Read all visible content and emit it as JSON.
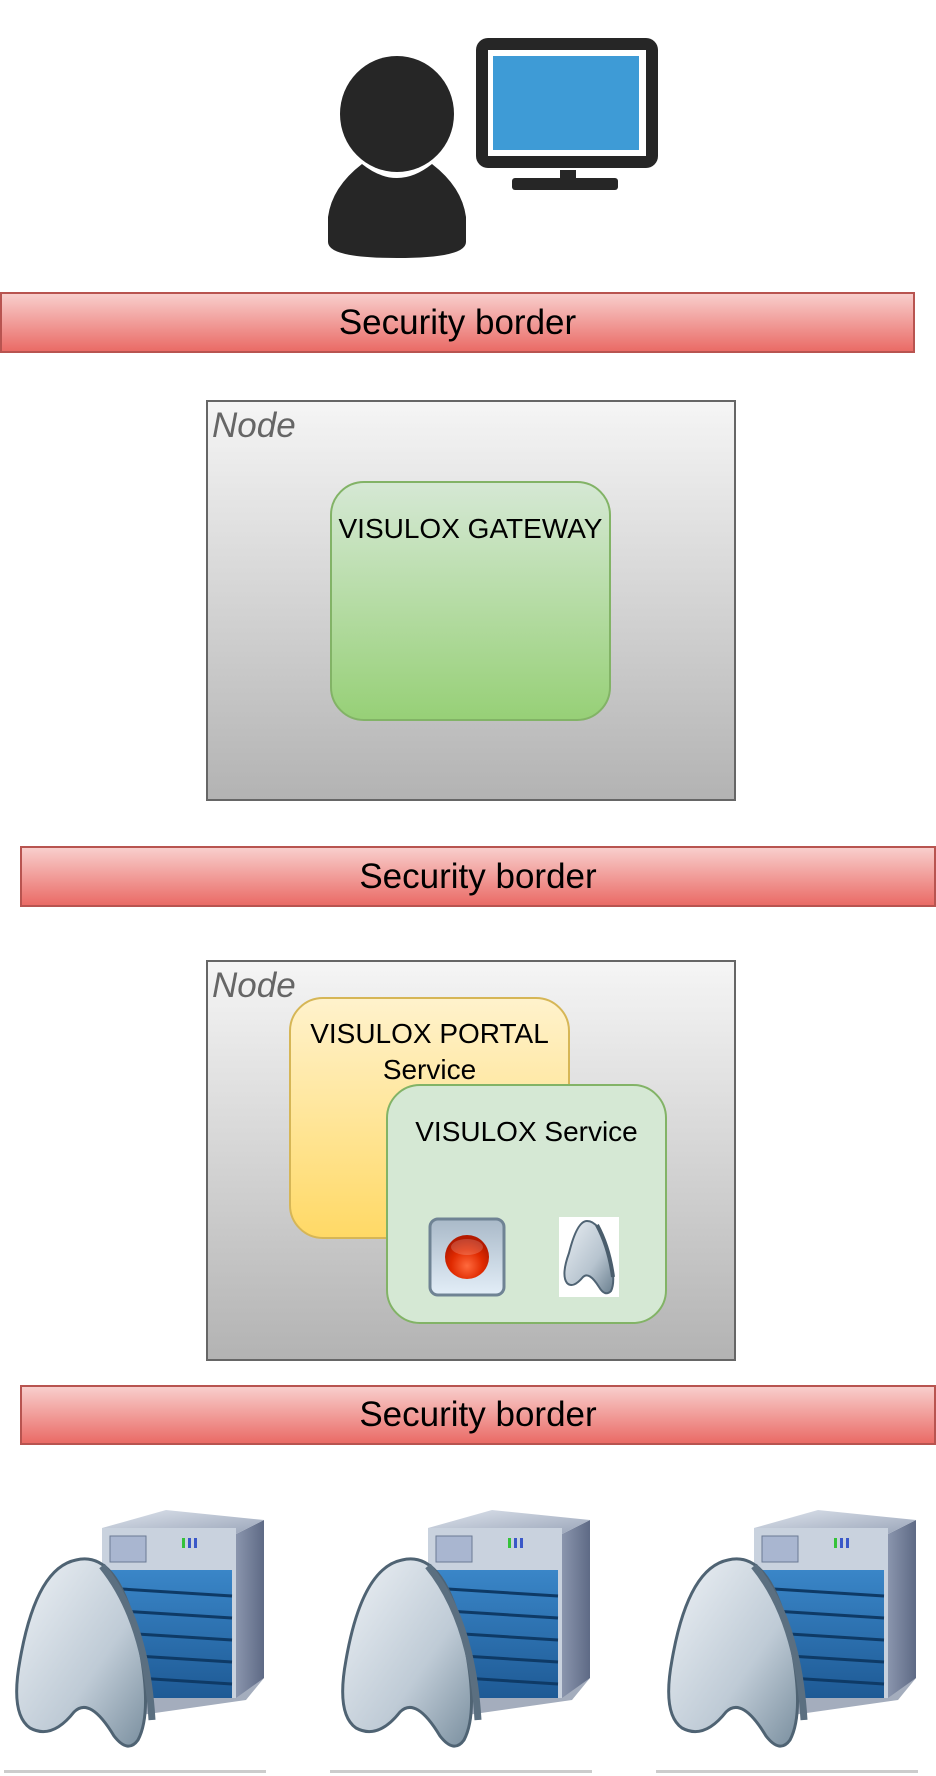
{
  "diagram": {
    "actor": {
      "icon": "user-icon",
      "device_icon": "monitor-icon"
    },
    "security_borders": [
      {
        "label": "Security border"
      },
      {
        "label": "Security border"
      },
      {
        "label": "Security border"
      }
    ],
    "nodes": [
      {
        "label": "Node",
        "components": [
          {
            "label": "VISULOX GATEWAY"
          }
        ]
      },
      {
        "label": "Node",
        "components": [
          {
            "label_line1": "VISULOX PORTAL",
            "label_line2": "Service"
          },
          {
            "label": "VISULOX Service",
            "icons": [
              "record-button-icon",
              "application-icon"
            ]
          }
        ]
      }
    ],
    "servers": [
      {
        "icon": "application-server-icon"
      },
      {
        "icon": "application-server-icon"
      },
      {
        "icon": "application-server-icon"
      }
    ],
    "colors": {
      "security_border_fill_top": "#f8cecc",
      "security_border_fill_bottom": "#ea6b66",
      "security_border_stroke": "#b85450",
      "node_fill_top": "#f5f5f5",
      "node_fill_bottom": "#b3b3b3",
      "node_stroke": "#666666",
      "gateway_fill_top": "#d5e8d4",
      "gateway_fill_bottom": "#97d077",
      "green_stroke": "#82b366",
      "portal_fill_top": "#fff2cc",
      "portal_fill_bottom": "#ffd966",
      "portal_stroke": "#d6b656",
      "monitor_screen": "#3e9bd6",
      "icon_dark": "#262626"
    }
  }
}
